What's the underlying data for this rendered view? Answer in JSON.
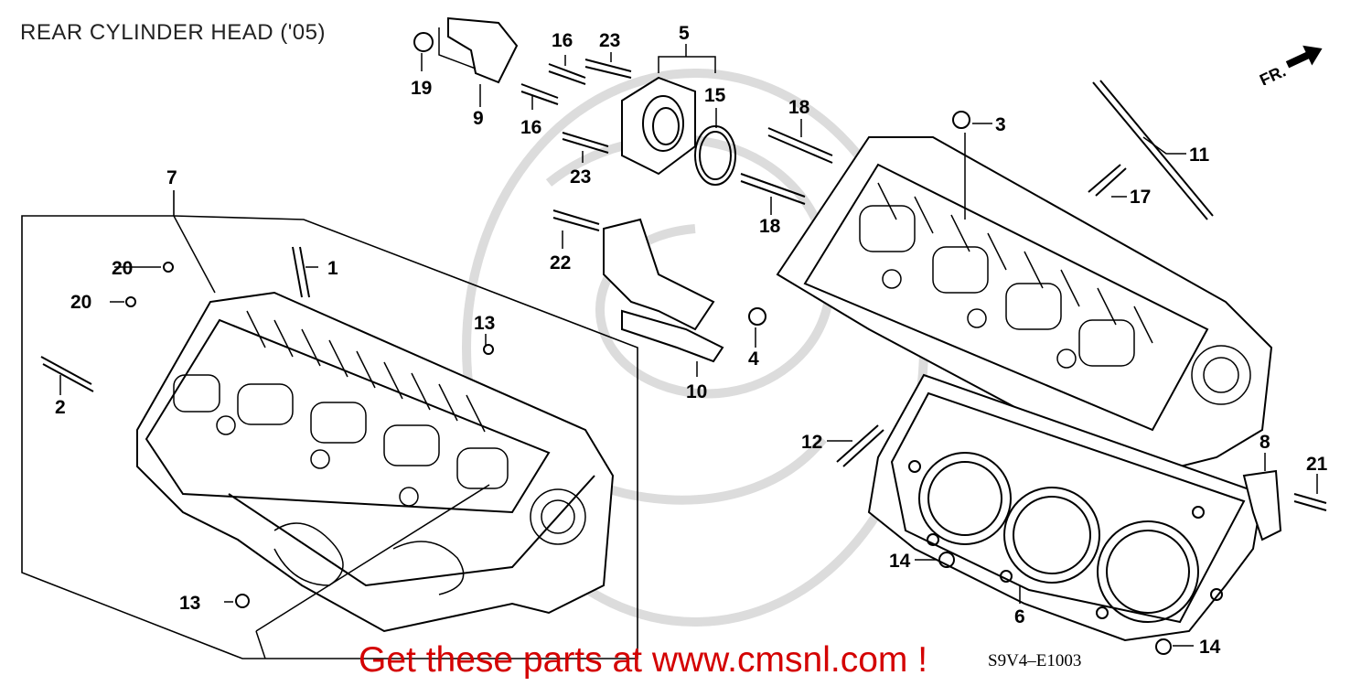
{
  "title": "REAR CYLINDER HEAD ('05)",
  "diagram_code": "S9V4–E1003",
  "cta": "Get these parts at www.cmsnl.com !",
  "fr_label": "FR.",
  "callouts": {
    "c1": "1",
    "c2": "2",
    "c3": "3",
    "c4": "4",
    "c5": "5",
    "c6": "6",
    "c7": "7",
    "c8": "8",
    "c9": "9",
    "c10": "10",
    "c11": "11",
    "c12": "12",
    "c13a": "13",
    "c13b": "13",
    "c14a": "14",
    "c14b": "14",
    "c15": "15",
    "c16a": "16",
    "c16b": "16",
    "c17": "17",
    "c18a": "18",
    "c18b": "18",
    "c19": "19",
    "c20a": "20",
    "c20b": "20",
    "c21": "21",
    "c22": "22",
    "c23a": "23",
    "c23b": "23"
  },
  "colors": {
    "line": "#000000",
    "cta": "#d40000",
    "watermark": "#dcdcdc"
  }
}
